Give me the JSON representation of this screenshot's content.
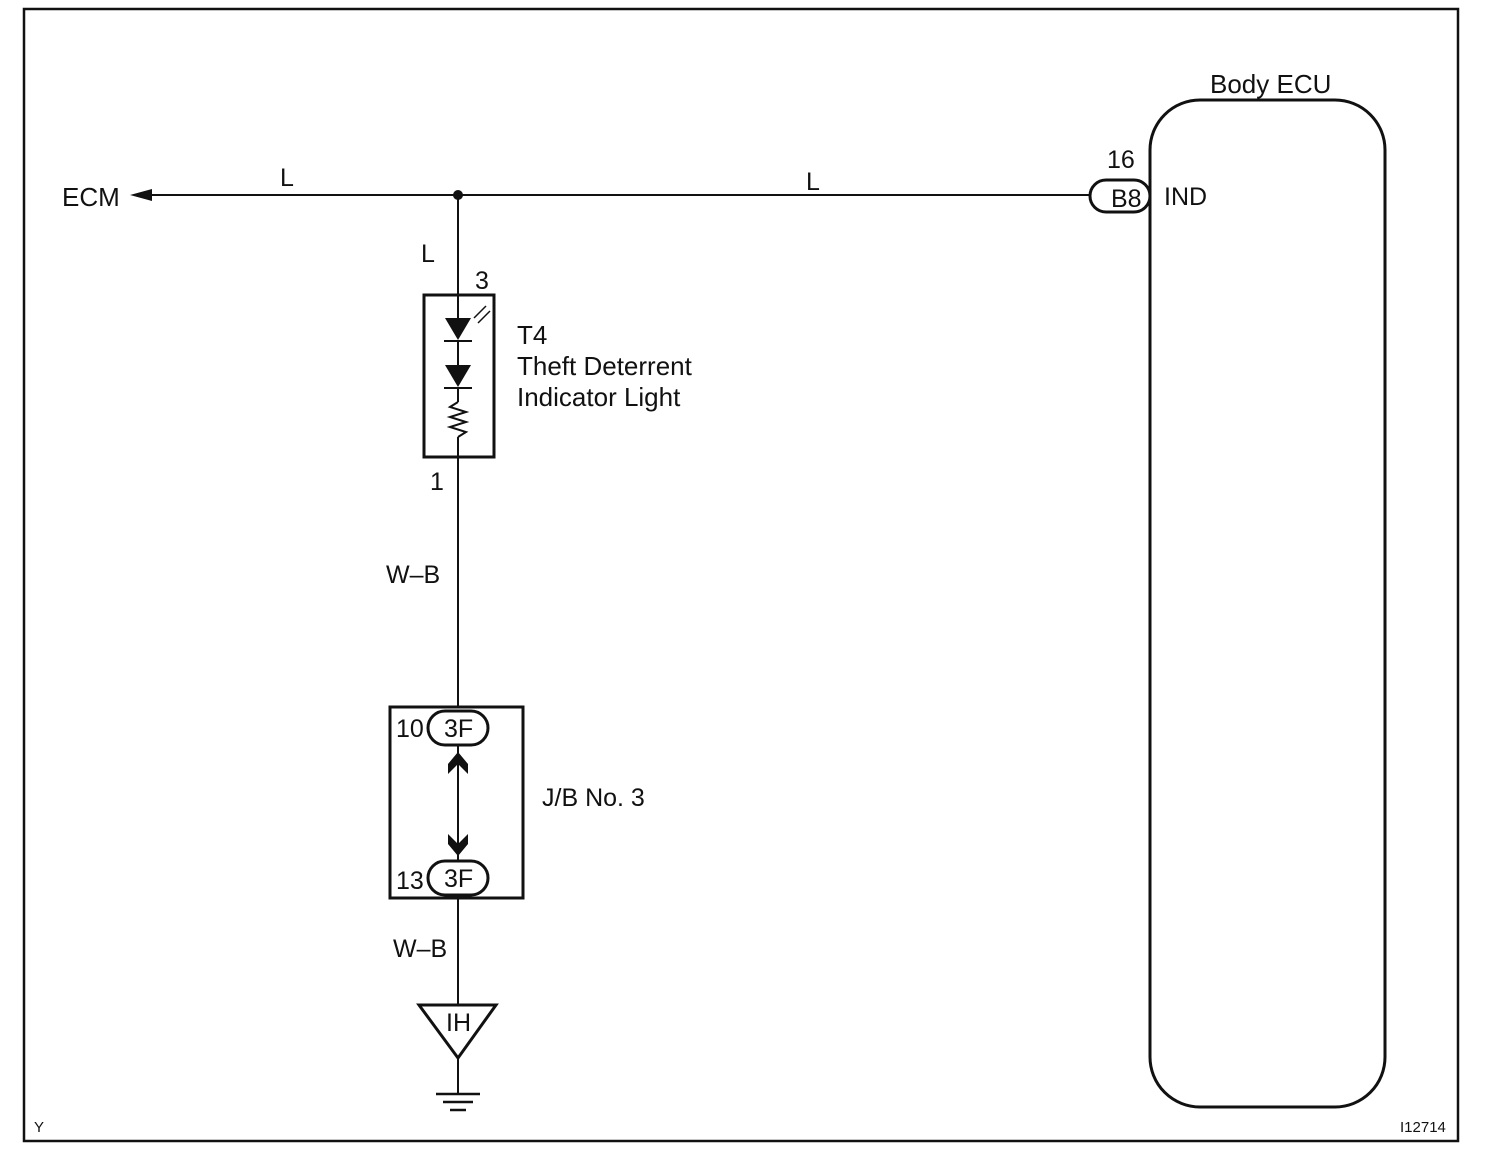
{
  "ecm_label": "ECM",
  "wire_colors": {
    "ecm_segment": "L",
    "ecu_segment": "L",
    "vertical_top": "L",
    "light_to_jb": "W–B",
    "jb_to_ground": "W–B"
  },
  "body_ecu": {
    "title": "Body ECU",
    "pin": "16",
    "connector": "B8",
    "terminal": "IND"
  },
  "indicator": {
    "code": "T4",
    "name_line1": "Theft Deterrent",
    "name_line2": "Indicator Light",
    "pin_top": "3",
    "pin_bottom": "1"
  },
  "junction_block": {
    "label": "J/B No. 3",
    "top_pin": "10",
    "top_connector": "3F",
    "bottom_pin": "13",
    "bottom_connector": "3F"
  },
  "ground_point": "IH",
  "corner_left": "Y",
  "figure_id": "I12714"
}
